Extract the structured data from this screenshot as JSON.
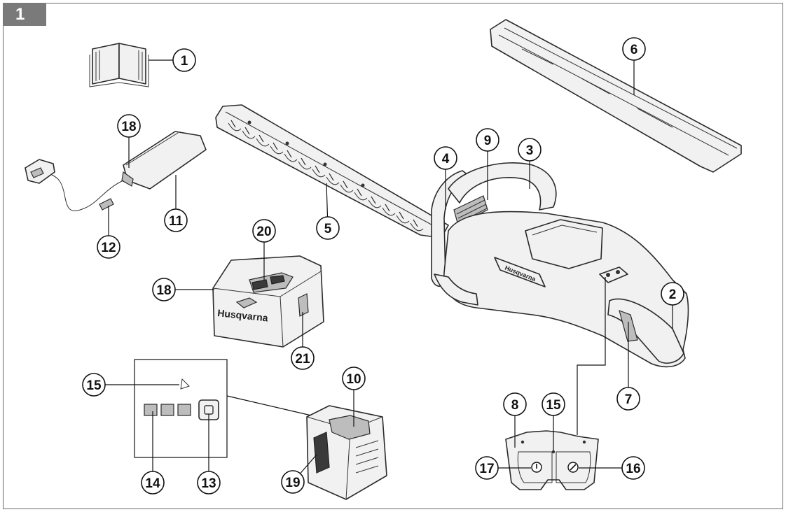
{
  "figure": {
    "number": "1"
  },
  "brand": {
    "logo_text": "Husqvarna"
  },
  "callouts": [
    {
      "id": "c1",
      "label": "1"
    },
    {
      "id": "c2",
      "label": "2"
    },
    {
      "id": "c3",
      "label": "3"
    },
    {
      "id": "c4",
      "label": "4"
    },
    {
      "id": "c5",
      "label": "5"
    },
    {
      "id": "c6",
      "label": "6"
    },
    {
      "id": "c7",
      "label": "7"
    },
    {
      "id": "c8",
      "label": "8"
    },
    {
      "id": "c9",
      "label": "9"
    },
    {
      "id": "c10",
      "label": "10"
    },
    {
      "id": "c11",
      "label": "11"
    },
    {
      "id": "c12",
      "label": "12"
    },
    {
      "id": "c13",
      "label": "13"
    },
    {
      "id": "c14",
      "label": "14"
    },
    {
      "id": "c15a",
      "label": "15"
    },
    {
      "id": "c15b",
      "label": "15"
    },
    {
      "id": "c16",
      "label": "16"
    },
    {
      "id": "c17",
      "label": "17"
    },
    {
      "id": "c18a",
      "label": "18"
    },
    {
      "id": "c18b",
      "label": "18"
    },
    {
      "id": "c19",
      "label": "19"
    },
    {
      "id": "c20",
      "label": "20"
    },
    {
      "id": "c21",
      "label": "21"
    }
  ]
}
